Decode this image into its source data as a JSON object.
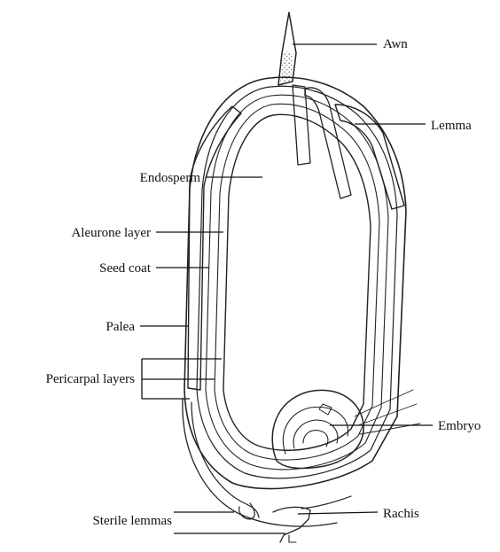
{
  "labels": {
    "awn": "Awn",
    "lemma": "Lemma",
    "endosperm": "Endosperm",
    "aleurone": "Aleurone layer",
    "seed_coat": "Seed coat",
    "palea": "Palea",
    "pericarpal": "Pericarpal layers",
    "embryo": "Embryo",
    "sterile_lemmas": "Sterile lemmas",
    "rachis": "Rachis"
  }
}
